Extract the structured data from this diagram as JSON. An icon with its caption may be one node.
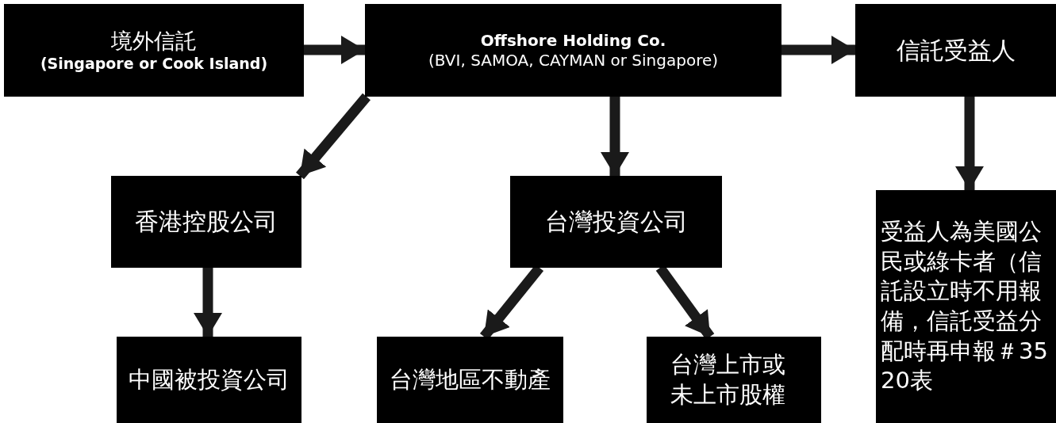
{
  "diagram": {
    "nodes": [
      {
        "text": [
          "境外信託",
          "(Singapore or Cook Island)"
        ]
      },
      {
        "text": [
          "Offshore Holding Co.",
          "(BVI, SAMOA, CAYMAN or Singapore)"
        ]
      },
      {
        "text": [
          "信託受益人"
        ]
      },
      {
        "text": [
          "香港控股公司"
        ]
      },
      {
        "text": [
          "台灣投資公司"
        ]
      },
      {
        "text": [
          "受益人為美國公民或綠卡者（信託設立時不用報備，信託受益分配時再申報＃3520表"
        ]
      },
      {
        "text": [
          "中國被投資公司"
        ]
      },
      {
        "text": [
          "台灣地區不動產"
        ]
      },
      {
        "text": [
          "台灣上市或未上市股權"
        ]
      }
    ],
    "edges": [
      {
        "from": 0,
        "to": 1,
        "arrow": "to"
      },
      {
        "from": 1,
        "to": 2,
        "arrow": "to"
      },
      {
        "from": 1,
        "to": 3,
        "arrow": "to"
      },
      {
        "from": 1,
        "to": 4,
        "arrow": "to"
      },
      {
        "from": 2,
        "to": 5,
        "arrow": "to"
      },
      {
        "from": 3,
        "to": 6,
        "arrow": "to"
      },
      {
        "from": 4,
        "to": 7,
        "arrow": "to"
      },
      {
        "from": 4,
        "to": 8,
        "arrow": "to"
      }
    ]
  }
}
